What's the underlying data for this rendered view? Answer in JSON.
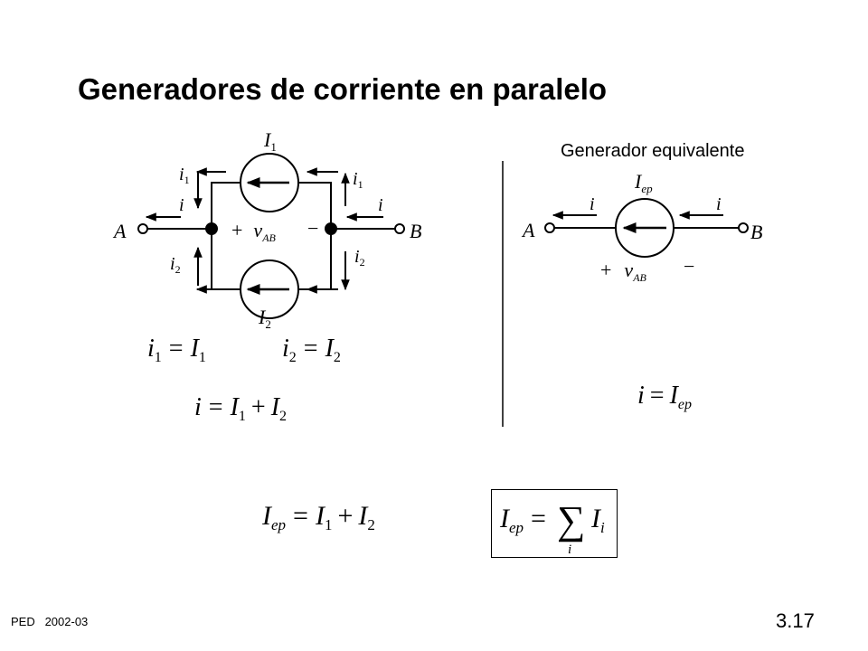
{
  "slide": {
    "title": "Generadores de corriente en paralelo",
    "equivalent_label": "Generador equivalente",
    "footer": {
      "course": "PED",
      "year": "2002-03"
    },
    "page_number": "3.17"
  },
  "circuit_parallel": {
    "node_a": "A",
    "node_b": "B",
    "source_top": {
      "sym": "I",
      "sub": "1"
    },
    "source_bottom": {
      "sym": "I",
      "sub": "2"
    },
    "current_i": "i",
    "current_i1": {
      "sym": "i",
      "sub": "1"
    },
    "current_i2": {
      "sym": "i",
      "sub": "2"
    },
    "voltage": {
      "plus": "+",
      "sym": "v",
      "sub": "AB",
      "minus": "−"
    }
  },
  "circuit_equivalent": {
    "node_a": "A",
    "node_b": "B",
    "source": {
      "sym": "I",
      "sub": "ep"
    },
    "current_i": "i",
    "voltage": {
      "plus": "+",
      "sym": "v",
      "sub": "AB",
      "minus": "−"
    }
  },
  "equations": {
    "eq_i1": {
      "lhs": "i",
      "lhs_sub": "1",
      "op": "=",
      "rhs": "I",
      "rhs_sub": "1"
    },
    "eq_i2": {
      "lhs": "i",
      "lhs_sub": "2",
      "op": "=",
      "rhs": "I",
      "rhs_sub": "2"
    },
    "eq_i_sum": {
      "lhs": "i",
      "op": "=",
      "t1": "I",
      "t1_sub": "1",
      "plus": "+",
      "t2": "I",
      "t2_sub": "2"
    },
    "eq_i_ep": {
      "lhs": "i",
      "op": "=",
      "rhs": "I",
      "rhs_sub": "ep"
    },
    "eq_iep_sum": {
      "lhs": "I",
      "lhs_sub": "ep",
      "op": "=",
      "t1": "I",
      "t1_sub": "1",
      "plus": "+",
      "t2": "I",
      "t2_sub": "2"
    },
    "eq_iep_sigma": {
      "lhs": "I",
      "lhs_sub": "ep",
      "op": "=",
      "sigma": "∑",
      "sigma_index": "i",
      "term": "I",
      "term_sub": "i"
    }
  }
}
